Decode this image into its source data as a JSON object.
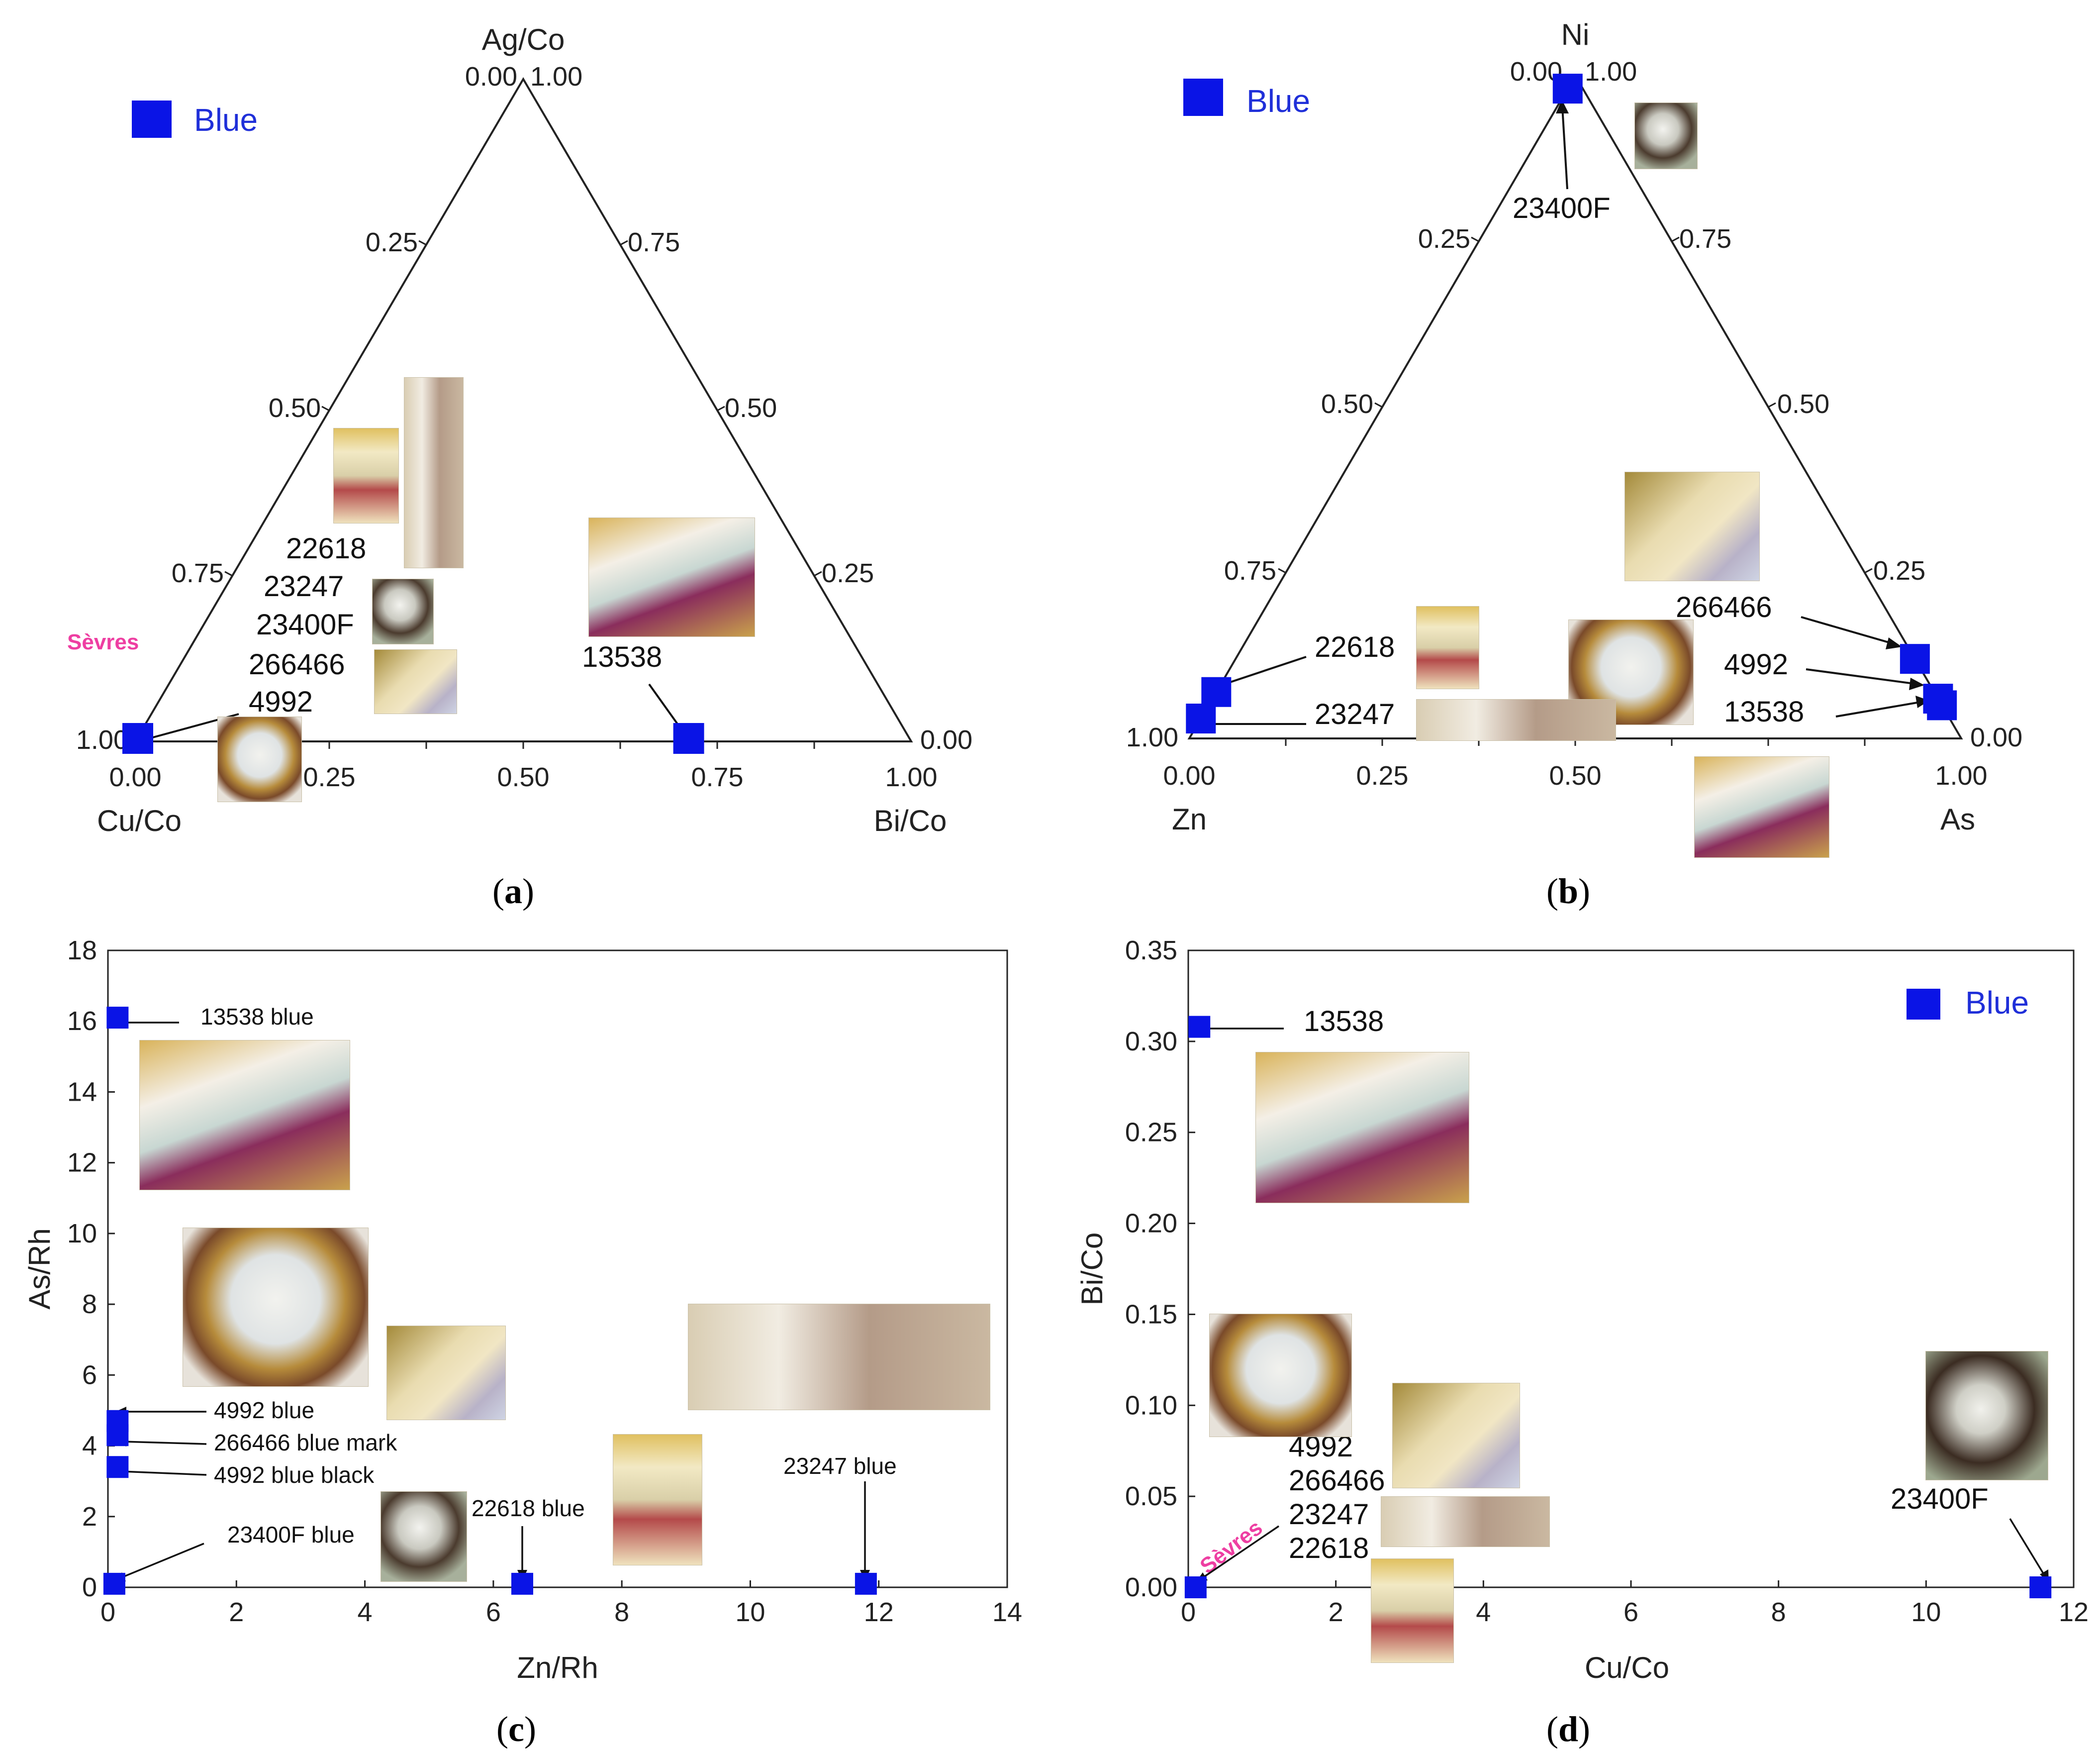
{
  "panels": {
    "a": {
      "caption": "a",
      "legend": "Blue",
      "corner_labels": {
        "top": "Ag/Co",
        "left": "Cu/Co",
        "right": "Bi/Co"
      },
      "left_edge_ticks": [
        "0.25",
        "0.50",
        "0.75",
        "1.00"
      ],
      "right_edge_ticks": [
        "0.75",
        "0.50",
        "0.25",
        "0.00"
      ],
      "bottom_ticks": [
        "0.00",
        "0.25",
        "0.50",
        "0.75",
        "1.00"
      ],
      "apex_ticks": [
        "0.00",
        "1.00"
      ],
      "sevres_label": "Sèvres",
      "sample_labels": [
        "22618",
        "23247",
        "23400F",
        "266466",
        "4992",
        "13538"
      ]
    },
    "b": {
      "caption": "b",
      "legend": "Blue",
      "corner_labels": {
        "top": "Ni",
        "left": "Zn",
        "right": "As"
      },
      "left_edge_ticks": [
        "0.25",
        "0.50",
        "0.75",
        "1.00"
      ],
      "right_edge_ticks": [
        "0.75",
        "0.50",
        "0.25",
        "0.00"
      ],
      "bottom_ticks": [
        "0.00",
        "0.25",
        "0.50",
        "1.00"
      ],
      "apex_ticks": [
        "0.00",
        "1.00"
      ],
      "sample_labels": [
        "23400F",
        "266466",
        "4992",
        "13538",
        "22618",
        "23247"
      ]
    },
    "c": {
      "caption": "c",
      "xlabel": "Zn/Rh",
      "ylabel": "As/Rh",
      "annotations": [
        "13538 blue",
        "4992 blue",
        "266466 blue mark",
        "4992 blue black",
        "23400F blue",
        "22618 blue",
        "23247 blue"
      ]
    },
    "d": {
      "caption": "d",
      "xlabel": "Cu/Co",
      "ylabel": "Bi/Co",
      "legend": "Blue",
      "sevres_label": "Sèvres",
      "annotations": [
        "13538",
        "4992",
        "266466",
        "23247",
        "22618",
        "23400F"
      ]
    }
  },
  "colors": {
    "marker": "#0a14e6",
    "legend_text": "#1f2fd9",
    "sevres": "#ee3ea2"
  },
  "chart_data": [
    {
      "type": "scatter",
      "subtype": "ternary",
      "panel": "a",
      "axes": [
        "Ag/Co",
        "Cu/Co",
        "Bi/Co"
      ],
      "series": [
        {
          "name": "Blue",
          "points": [
            {
              "label": "22618, 23247, 23400F, 266466, 4992",
              "Ag/Co": 0.0,
              "Cu/Co": 1.0,
              "Bi/Co": 0.0
            },
            {
              "label": "13538",
              "Ag/Co": 0.0,
              "Cu/Co": 0.29,
              "Bi/Co": 0.71
            }
          ]
        }
      ]
    },
    {
      "type": "scatter",
      "subtype": "ternary",
      "panel": "b",
      "axes": [
        "Ni",
        "Zn",
        "As"
      ],
      "series": [
        {
          "name": "Blue",
          "points": [
            {
              "label": "23400F",
              "Ni": 1.0,
              "Zn": 0.02,
              "As": 0.0
            },
            {
              "label": "266466",
              "Ni": 0.12,
              "Zn": 0.0,
              "As": 0.88
            },
            {
              "label": "4992",
              "Ni": 0.06,
              "Zn": 0.0,
              "As": 0.94
            },
            {
              "label": "13538",
              "Ni": 0.05,
              "Zn": 0.0,
              "As": 0.95
            },
            {
              "label": "22618",
              "Ni": 0.07,
              "Zn": 0.93,
              "As": 0.0
            },
            {
              "label": "23247",
              "Ni": 0.03,
              "Zn": 0.97,
              "As": 0.0
            }
          ]
        }
      ]
    },
    {
      "type": "scatter",
      "panel": "c",
      "xlabel": "Zn/Rh",
      "ylabel": "As/Rh",
      "xlim": [
        0,
        14
      ],
      "ylim": [
        0,
        18
      ],
      "xticks": [
        0,
        2,
        4,
        6,
        8,
        10,
        12,
        14
      ],
      "yticks": [
        0,
        2,
        4,
        6,
        8,
        10,
        12,
        14,
        16,
        18
      ],
      "series": [
        {
          "name": "Blue",
          "points": [
            {
              "label": "13538 blue",
              "x": 0.15,
              "y": 16.1
            },
            {
              "label": "4992 blue",
              "x": 0.15,
              "y": 4.7
            },
            {
              "label": "266466 blue mark",
              "x": 0.15,
              "y": 4.3
            },
            {
              "label": "4992 blue black",
              "x": 0.15,
              "y": 3.4
            },
            {
              "label": "23400F blue",
              "x": 0.1,
              "y": 0.1
            },
            {
              "label": "22618 blue",
              "x": 6.45,
              "y": 0.1
            },
            {
              "label": "23247 blue",
              "x": 11.8,
              "y": 0.1
            }
          ]
        }
      ]
    },
    {
      "type": "scatter",
      "panel": "d",
      "xlabel": "Cu/Co",
      "ylabel": "Bi/Co",
      "xlim": [
        0,
        12
      ],
      "ylim": [
        0,
        0.35
      ],
      "xticks": [
        0,
        2,
        4,
        6,
        8,
        10,
        12
      ],
      "yticks": [
        0.0,
        0.05,
        0.1,
        0.15,
        0.2,
        0.25,
        0.3,
        0.35
      ],
      "legend": "top-right",
      "series": [
        {
          "name": "Blue",
          "points": [
            {
              "label": "13538",
              "x": 0.15,
              "y": 0.308
            },
            {
              "label": "4992, 266466, 23247, 22618",
              "x": 0.1,
              "y": 0.0
            },
            {
              "label": "23400F",
              "x": 11.55,
              "y": 0.0
            }
          ]
        }
      ]
    }
  ]
}
